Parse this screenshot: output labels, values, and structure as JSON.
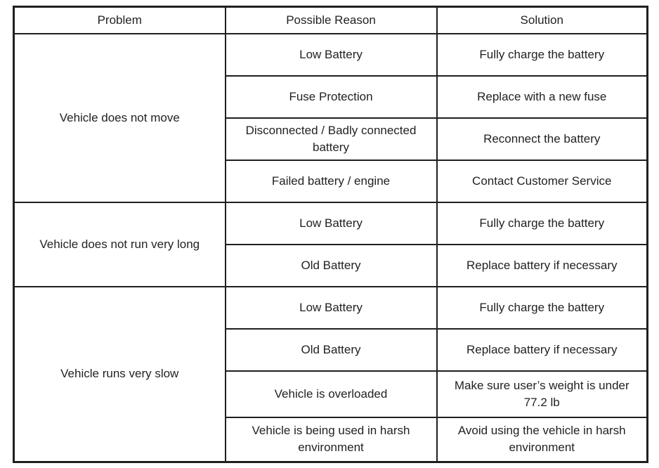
{
  "table": {
    "headers": [
      "Problem",
      "Possible Reason",
      "Solution"
    ],
    "groups": [
      {
        "problem": "Vehicle does not move",
        "rows": [
          {
            "reason": "Low Battery",
            "solution": "Fully charge the battery"
          },
          {
            "reason": "Fuse Protection",
            "solution": "Replace with a new fuse"
          },
          {
            "reason": "Disconnected / Badly connected battery",
            "solution": "Reconnect the battery"
          },
          {
            "reason": "Failed battery / engine",
            "solution": "Contact Customer Service"
          }
        ]
      },
      {
        "problem": "Vehicle does not run very long",
        "rows": [
          {
            "reason": "Low Battery",
            "solution": "Fully charge the battery"
          },
          {
            "reason": "Old Battery",
            "solution": "Replace battery if necessary"
          }
        ]
      },
      {
        "problem": "Vehicle runs very slow",
        "rows": [
          {
            "reason": "Low Battery",
            "solution": "Fully charge the battery"
          },
          {
            "reason": "Old Battery",
            "solution": "Replace battery if necessary"
          },
          {
            "reason": "Vehicle is overloaded",
            "solution": "Make sure user’s weight is under 77.2 lb"
          },
          {
            "reason": "Vehicle is being used in harsh environment",
            "solution": "Avoid using the vehicle in harsh environment"
          }
        ]
      }
    ]
  },
  "colors": {
    "border": "#1f1f1f",
    "text": "#231f20",
    "background": "#ffffff"
  }
}
